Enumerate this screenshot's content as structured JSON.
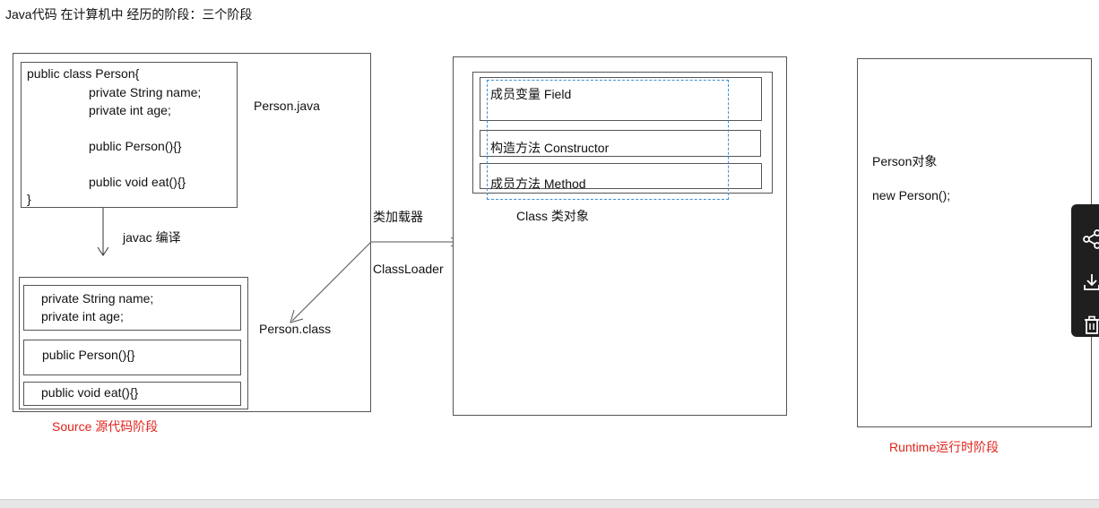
{
  "header": {
    "title": "Java代码 在计算机中 经历的阶段：三个阶段"
  },
  "source_stage": {
    "java_code_lines": [
      "public class Person{",
      "private String name;",
      "private int age;",
      "",
      "public Person(){}",
      "",
      "public void eat(){}",
      "}"
    ],
    "java_file": "Person.java",
    "compile_label": "javac 编译",
    "class_file": "Person.class",
    "class_sections": [
      "private String name;",
      "private int age;",
      "public Person(){}",
      "public void eat(){}"
    ],
    "stage_label": "Source 源代码阶段"
  },
  "loader": {
    "label_cn": "类加载器",
    "label_en": "ClassLoader"
  },
  "class_stage": {
    "items": [
      "成员变量  Field",
      "构造方法  Constructor",
      "成员方法 Method"
    ],
    "caption": "Class 类对象"
  },
  "runtime_stage": {
    "object_label": "Person对象",
    "constructor_call": "new Person();",
    "stage_label": "Runtime运行时阶段"
  },
  "colors": {
    "stage_label": "#e0231b",
    "selection": "#3a8fd8",
    "side_panel": "#1f1f1f"
  },
  "side_panel_icons": [
    "share-icon",
    "download-icon",
    "trash-icon"
  ]
}
